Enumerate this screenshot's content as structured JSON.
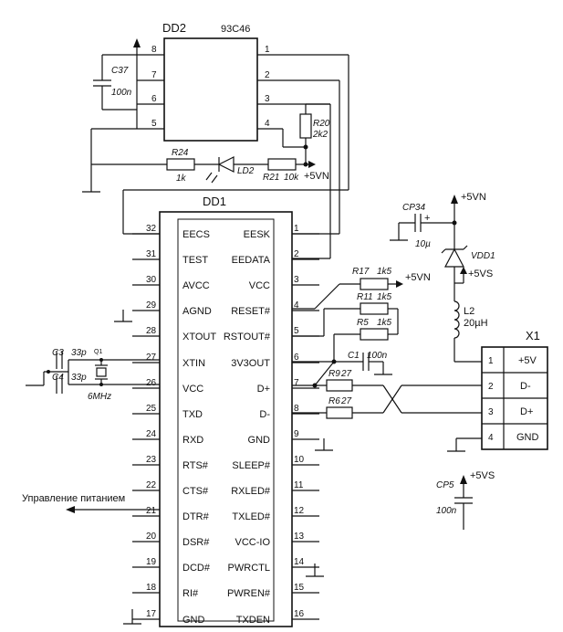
{
  "dd2": {
    "ref": "DD2",
    "part": "93C46",
    "pins": [
      "8",
      "7",
      "6",
      "5",
      "1",
      "2",
      "3",
      "4"
    ]
  },
  "dd1": {
    "ref": "DD1",
    "left_pins": [
      {
        "num": "32",
        "name": "EECS"
      },
      {
        "num": "31",
        "name": "TEST"
      },
      {
        "num": "30",
        "name": "AVCC"
      },
      {
        "num": "29",
        "name": "AGND"
      },
      {
        "num": "28",
        "name": "XTOUT"
      },
      {
        "num": "27",
        "name": "XTIN"
      },
      {
        "num": "26",
        "name": "VCC"
      },
      {
        "num": "25",
        "name": "TXD"
      },
      {
        "num": "24",
        "name": "RXD"
      },
      {
        "num": "23",
        "name": "RTS#"
      },
      {
        "num": "22",
        "name": "CTS#"
      },
      {
        "num": "21",
        "name": "DTR#"
      },
      {
        "num": "20",
        "name": "DSR#"
      },
      {
        "num": "19",
        "name": "DCD#"
      },
      {
        "num": "18",
        "name": "RI#"
      },
      {
        "num": "17",
        "name": "GND"
      }
    ],
    "right_pins": [
      {
        "num": "1",
        "name": "EESK"
      },
      {
        "num": "2",
        "name": "EEDATA"
      },
      {
        "num": "3",
        "name": "VCC"
      },
      {
        "num": "4",
        "name": "RESET#"
      },
      {
        "num": "5",
        "name": "RSTOUT#"
      },
      {
        "num": "6",
        "name": "3V3OUT"
      },
      {
        "num": "7",
        "name": "D+"
      },
      {
        "num": "8",
        "name": "D-"
      },
      {
        "num": "9",
        "name": "GND"
      },
      {
        "num": "10",
        "name": "SLEEP#"
      },
      {
        "num": "11",
        "name": "RXLED#"
      },
      {
        "num": "12",
        "name": "TXLED#"
      },
      {
        "num": "13",
        "name": "VCC-IO"
      },
      {
        "num": "14",
        "name": "PWRCTL"
      },
      {
        "num": "15",
        "name": "PWREN#"
      },
      {
        "num": "16",
        "name": "TXDEN"
      }
    ]
  },
  "x1": {
    "ref": "X1",
    "pins": [
      {
        "num": "1",
        "name": "+5V"
      },
      {
        "num": "2",
        "name": "D-"
      },
      {
        "num": "3",
        "name": "D+"
      },
      {
        "num": "4",
        "name": "GND"
      }
    ]
  },
  "components": {
    "c37": {
      "ref": "C37",
      "value": "100n"
    },
    "r20": {
      "ref": "R20",
      "value": "2k2"
    },
    "r24": {
      "ref": "R24",
      "value": "1k"
    },
    "ld2": {
      "ref": "LD2"
    },
    "r21": {
      "ref": "R21",
      "value": "10k"
    },
    "cp34": {
      "ref": "CP34",
      "value": "10µ",
      "polarity": "+"
    },
    "vdd1": {
      "ref": "VDD1"
    },
    "l2": {
      "ref": "L2",
      "value": "20µH"
    },
    "r17": {
      "ref": "R17",
      "value": "1k5"
    },
    "r11": {
      "ref": "R11",
      "value": "1k5"
    },
    "r5": {
      "ref": "R5",
      "value": "1k5"
    },
    "c1": {
      "ref": "C1",
      "value": "100n"
    },
    "r9": {
      "ref": "R9",
      "value": "27"
    },
    "r6": {
      "ref": "R6",
      "value": "27"
    },
    "c3": {
      "ref": "C3",
      "value": "33p"
    },
    "c4": {
      "ref": "C4",
      "value": "33p"
    },
    "q1": {
      "ref": "Q1",
      "value": "6MHz"
    },
    "cp5": {
      "ref": "CP5",
      "value": "100n"
    }
  },
  "rails": {
    "vn_r21": "+5VN",
    "vn_top": "+5VN",
    "vs_vdd": "+5VS",
    "vn_r17": "+5VN",
    "vs_cp5": "+5VS"
  },
  "power_control_label": "Управление питанием"
}
